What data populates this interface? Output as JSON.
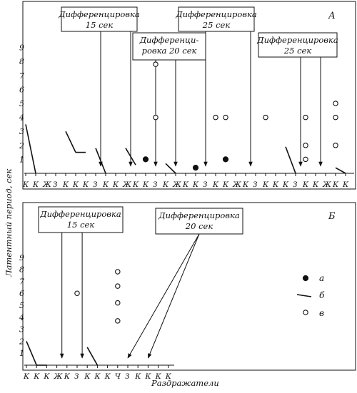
{
  "chart_data": [
    {
      "panel": "А",
      "type": "scatter",
      "xlabel": "Раздражатели",
      "ylabel": "Латентный период, сек",
      "yticks": [
        "1",
        "2",
        "3",
        "4",
        "5",
        "6",
        "7",
        "8",
        "9"
      ],
      "ylim": [
        0,
        9.5
      ],
      "stimuli": [
        "К",
        "К",
        "Ж",
        "З",
        "К",
        "К",
        "К",
        "З",
        "К",
        "К",
        "Ж",
        "К",
        "К",
        "З",
        "К",
        "Ж",
        "К",
        "К",
        "З",
        "К",
        "К",
        "Ж",
        "К",
        "З",
        "К",
        "К",
        "К",
        "З",
        "К",
        "К",
        "Ж",
        "К",
        "К"
      ],
      "responses": [
        {
          "stimulus_index": 0,
          "kind": "line",
          "latency": [
            3.5,
            0
          ]
        },
        {
          "stimulus_index": 4,
          "kind": "line",
          "latency": [
            3,
            1.5
          ]
        },
        {
          "stimulus_index": 5,
          "kind": "line",
          "latency": [
            1.5,
            1.5
          ]
        },
        {
          "stimulus_index": 7,
          "kind": "line",
          "latency": [
            1.8,
            0
          ]
        },
        {
          "stimulus_index": 10,
          "kind": "line",
          "latency": [
            1.8,
            0.6
          ]
        },
        {
          "stimulus_index": 14,
          "kind": "line",
          "latency": [
            0.7,
            0
          ]
        },
        {
          "stimulus_index": 26,
          "kind": "line",
          "latency": [
            1.9,
            0
          ]
        },
        {
          "stimulus_index": 31,
          "kind": "line",
          "latency": [
            0.4,
            0
          ]
        },
        {
          "stimulus_index": 12,
          "kind": "filled",
          "latency": 1
        },
        {
          "stimulus_index": 17,
          "kind": "filled",
          "latency": 0.4
        },
        {
          "stimulus_index": 20,
          "kind": "filled",
          "latency": 1
        },
        {
          "stimulus_index": 13,
          "kind": "open",
          "latency": 7.8
        },
        {
          "stimulus_index": 13,
          "kind": "open",
          "latency": 4
        },
        {
          "stimulus_index": 19,
          "kind": "open",
          "latency": 4
        },
        {
          "stimulus_index": 20,
          "kind": "open",
          "latency": 4
        },
        {
          "stimulus_index": 24,
          "kind": "open",
          "latency": 4
        },
        {
          "stimulus_index": 28,
          "kind": "open",
          "latency": 4
        },
        {
          "stimulus_index": 28,
          "kind": "open",
          "latency": 2
        },
        {
          "stimulus_index": 28,
          "kind": "open",
          "latency": 1
        },
        {
          "stimulus_index": 31,
          "kind": "open",
          "latency": 5
        },
        {
          "stimulus_index": 31,
          "kind": "open",
          "latency": 4
        },
        {
          "stimulus_index": 31,
          "kind": "open",
          "latency": 2
        }
      ],
      "annotations": [
        {
          "text": [
            "Дифференцировка",
            "15 сек"
          ],
          "arrow_stimuli": [
            7.5,
            10.5
          ]
        },
        {
          "text": [
            "Дифференци-",
            "ровка 20 сек"
          ],
          "arrow_stimuli": [
            13,
            15
          ]
        },
        {
          "text": [
            "Дифференцировка",
            "25 сек"
          ],
          "arrow_stimuli": [
            18,
            22.5
          ]
        },
        {
          "text": [
            "Дифференцировка",
            "25 сек"
          ],
          "arrow_stimuli": [
            27.5,
            29.5
          ]
        }
      ]
    },
    {
      "panel": "Б",
      "type": "scatter",
      "xlabel": "Раздражатели",
      "ylabel": "Латентный период, сек",
      "yticks": [
        "1",
        "2",
        "3",
        "4",
        "5",
        "6",
        "7",
        "8",
        "9"
      ],
      "ylim": [
        0,
        9.5
      ],
      "stimuli": [
        "К",
        "К",
        "К",
        "Ж",
        "К",
        "З",
        "К",
        "К",
        "К",
        "Ч",
        "З",
        "К",
        "К",
        "К",
        "К"
      ],
      "responses": [
        {
          "stimulus_index": 0,
          "kind": "line",
          "latency": [
            2,
            0
          ]
        },
        {
          "stimulus_index": 1,
          "kind": "line",
          "latency": [
            0,
            0
          ]
        },
        {
          "stimulus_index": 6,
          "kind": "line",
          "latency": [
            1.5,
            0
          ]
        },
        {
          "stimulus_index": 5,
          "kind": "open",
          "latency": 6
        },
        {
          "stimulus_index": 9,
          "kind": "open",
          "latency": 7.8
        },
        {
          "stimulus_index": 9,
          "kind": "open",
          "latency": 6.6
        },
        {
          "stimulus_index": 9,
          "kind": "open",
          "latency": 5.2
        },
        {
          "stimulus_index": 9,
          "kind": "open",
          "latency": 3.7
        }
      ],
      "annotations": [
        {
          "text": [
            "Дифференцировка",
            "15 сек"
          ],
          "arrow_stimuli": [
            3.5,
            5.5
          ]
        },
        {
          "text": [
            "Дифференцировка",
            "20 сек"
          ],
          "arrow_stimuli": [
            10,
            12
          ]
        }
      ],
      "legend": [
        {
          "symbol": "filled",
          "label": "а"
        },
        {
          "symbol": "line",
          "label": "б"
        },
        {
          "symbol": "open",
          "label": "в"
        }
      ]
    }
  ]
}
